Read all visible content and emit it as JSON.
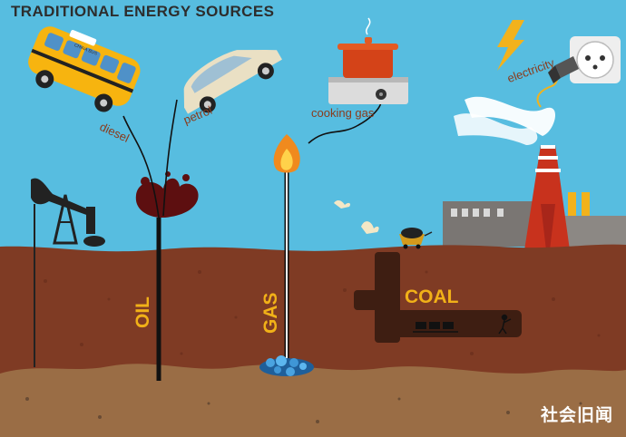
{
  "title": "TRADITIONAL ENERGY SOURCES",
  "labels": {
    "diesel": "diesel",
    "petrol": "petrol",
    "cooking_gas": "cooking gas",
    "electricity": "electricity",
    "oil": "OIL",
    "gas": "GAS",
    "coal": "COAL",
    "bus_sign": "CHINA BUS"
  },
  "watermark": "社会旧闻",
  "colors": {
    "sky": "#57bde0",
    "soil": "#7f3b24",
    "deep_soil": "#9a6d45",
    "accent_text": "#f1b118",
    "curve_text": "#8a3b1c",
    "bus": "#f7b40f",
    "chimney": "#c8321d",
    "factory": "#7a7673",
    "flame": "#f08a1e",
    "pot": "#d44318",
    "oil_splash": "#5d0f10",
    "pump": "#222222"
  },
  "icons": [
    "bus-icon",
    "car-icon",
    "cooking-pot-icon",
    "gas-stove-icon",
    "lightning-icon",
    "power-socket-icon",
    "power-plug-icon",
    "pumpjack-icon",
    "oil-splash-icon",
    "gas-flame-icon",
    "factory-icon",
    "chimney-icon",
    "smoke-icon",
    "bird-icon",
    "coal-cart-icon",
    "gas-reservoir-icon",
    "miner-icon"
  ]
}
